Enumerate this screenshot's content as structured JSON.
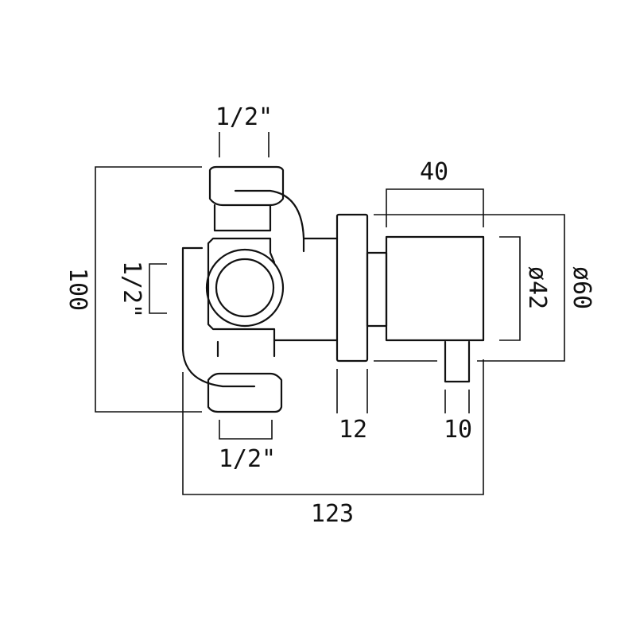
{
  "drawing": {
    "line_color": "#111111",
    "background": "#ffffff",
    "dimensions": {
      "top_inlet": "1/2\"",
      "bottom_inlet": "1/2\"",
      "side_outlet": "1/2\"",
      "overall_height": "100",
      "overall_depth": "123",
      "backplate_depth": "12",
      "handle_body_depth": "40",
      "lever_width": "10",
      "handle_diameter": "ø42",
      "backplate_diameter": "ø60"
    }
  }
}
